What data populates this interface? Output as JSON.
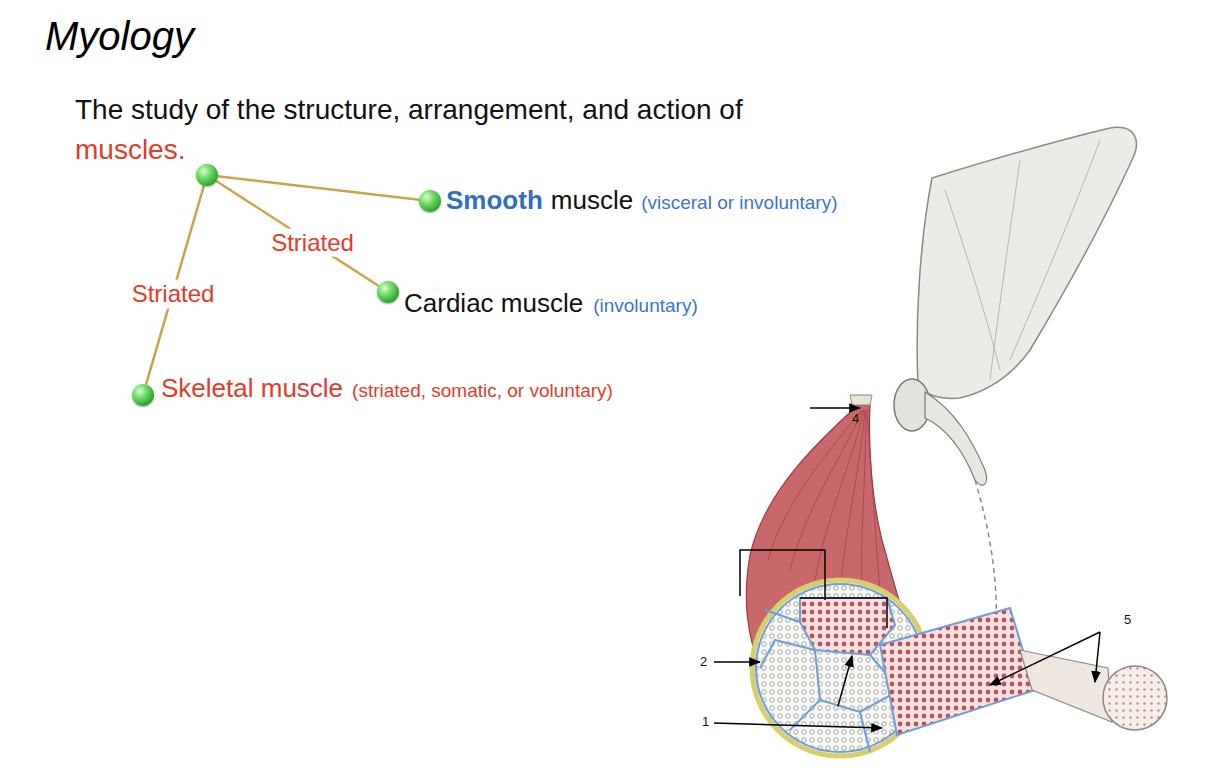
{
  "diagram": {
    "title": "Myology",
    "nodes": [
      {
        "text": [
          "muscles."
        ]
      },
      {
        "text": [
          "Smooth",
          "muscle",
          "(visceral or involuntary)"
        ]
      },
      {
        "text": [
          "Cardiac muscle",
          "(involuntary)"
        ]
      },
      {
        "text": [
          "Skeletal muscle",
          "(striated, somatic, or voluntary)"
        ]
      }
    ],
    "edges": [
      {
        "from": 0,
        "to": 1,
        "arrow": "none"
      },
      {
        "from": 0,
        "to": 2,
        "label": "Striated",
        "arrow": "none"
      },
      {
        "from": 0,
        "to": 3,
        "label": "Striated",
        "arrow": "none"
      }
    ],
    "labels": [
      "The study of the structure, arrangement, and action of",
      "4",
      "2",
      "1",
      "5"
    ]
  }
}
